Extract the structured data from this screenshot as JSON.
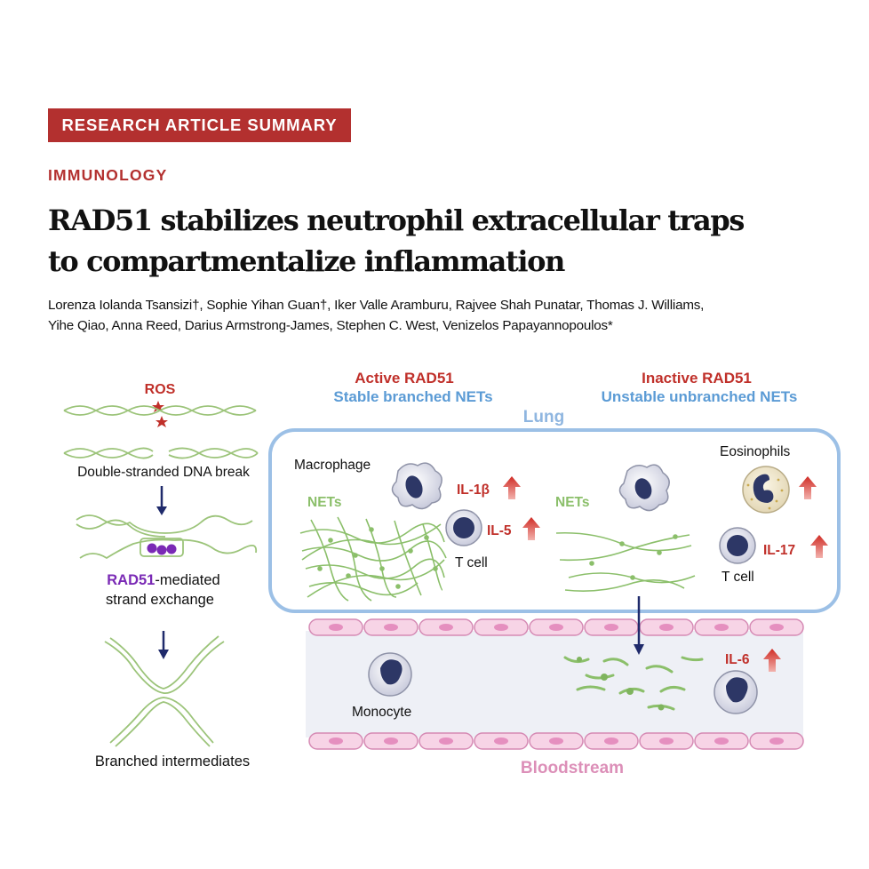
{
  "banner": "RESEARCH ARTICLE SUMMARY",
  "section": "IMMUNOLOGY",
  "title_lines": [
    "RAD51 stabilizes neutrophil extracellular traps",
    "to compartmentalize inflammation"
  ],
  "author_lines": [
    "Lorenza Iolanda Tsansizi†, Sophie Yihan Guan†, Iker Valle Aramburu, Rajvee Shah Punatar, Thomas J. Williams,",
    "Yihe Qiao, Anna Reed, Darius Armstrong-James, Stephen C. West, Venizelos Papayannopoulos*"
  ],
  "figure": {
    "left_panel": {
      "ros": "ROS",
      "dsb": "Double-stranded DNA break",
      "rad51": "RAD51",
      "mediated": "-mediated",
      "strand_exchange": "strand exchange",
      "branched": "Branched intermediates"
    },
    "active": {
      "title": "Active RAD51",
      "subtitle": "Stable branched NETs"
    },
    "inactive": {
      "title": "Inactive RAD51",
      "subtitle": "Unstable unbranched NETs"
    },
    "lung": "Lung",
    "bloodstream": "Bloodstream",
    "labels": {
      "macrophage": "Macrophage",
      "nets_left": "NETs",
      "nets_right": "NETs",
      "il1b": "IL-1β",
      "il5": "IL-5",
      "tcell_left": "T cell",
      "eosinophils": "Eosinophils",
      "il17": "IL-17",
      "tcell_right": "T cell",
      "il6": "IL-6",
      "monocyte": "Monocyte"
    },
    "colors": {
      "red": "#c0302a",
      "blue": "#5b9bd5",
      "pink": "#dc8fb8",
      "purple": "#7a2ab5",
      "navy": "#1f2a6b",
      "net_green": "#8bbf6a"
    }
  }
}
